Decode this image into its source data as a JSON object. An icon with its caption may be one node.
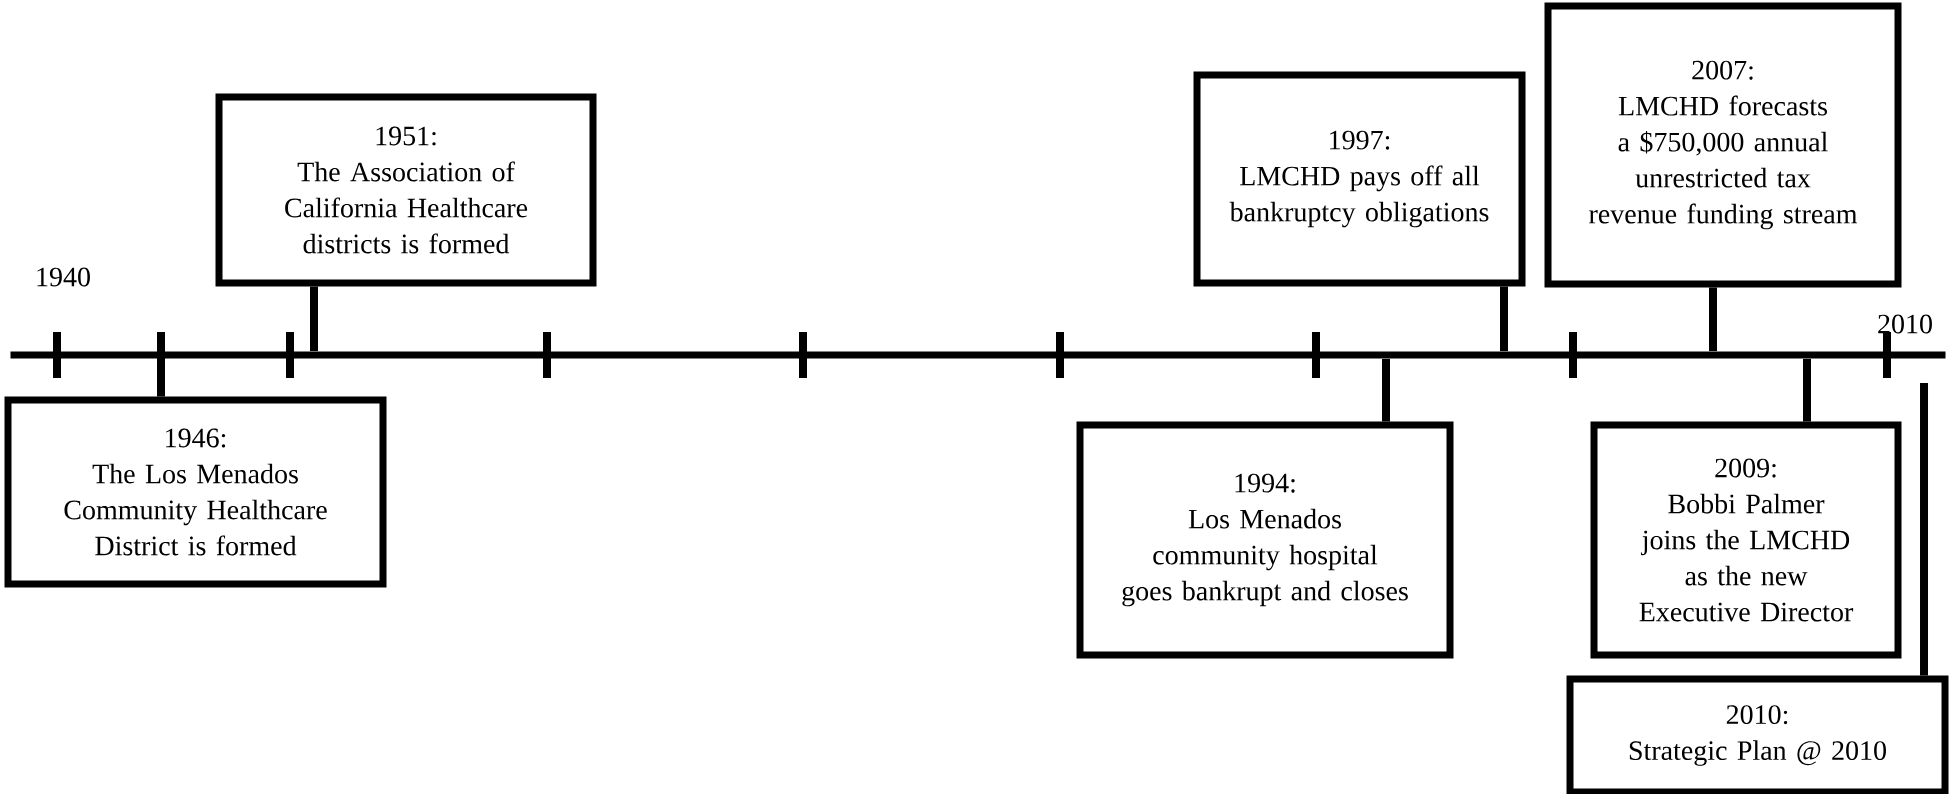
{
  "diagram": {
    "nodes": [
      {
        "text": [],
        "shape": "bar"
      },
      {
        "text": [
          "1951:",
          "The Association of California Healthcare districts is formed"
        ]
      },
      {
        "text": [
          "1946:",
          "The Los Menados Community Healthcare District is formed"
        ]
      },
      {
        "text": [
          "1997:",
          "LMCHD pays off all bankruptcy obligations"
        ]
      },
      {
        "text": [
          "1994:",
          "Los Menados community hospital goes bankrupt and closes"
        ]
      },
      {
        "text": [
          "2007:",
          "LMCHD forecasts a $750,000 annual unrestricted tax revenue funding stream"
        ]
      },
      {
        "text": [
          "2009:",
          "Bobbi Palmer joins the LMCHD as the new Executive Director"
        ]
      },
      {
        "text": [
          "2010:",
          "Strategic Plan @ 2010"
        ]
      }
    ],
    "edges": [
      {
        "from": 1,
        "to": 0,
        "arrow": "none"
      },
      {
        "from": 2,
        "to": 0,
        "arrow": "none"
      },
      {
        "from": 3,
        "to": 0,
        "arrow": "none"
      },
      {
        "from": 4,
        "to": 0,
        "arrow": "none"
      },
      {
        "from": 5,
        "to": 0,
        "arrow": "none"
      },
      {
        "from": 6,
        "to": 0,
        "arrow": "none"
      },
      {
        "from": 7,
        "to": 0,
        "arrow": "none"
      }
    ],
    "labels": [
      "1940",
      "2010"
    ]
  }
}
